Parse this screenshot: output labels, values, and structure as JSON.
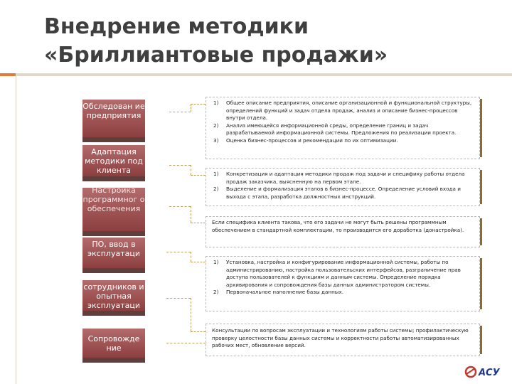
{
  "slide": {
    "title_line1": "Внедрение методики",
    "title_line2": "«Бриллиантовые продажи»",
    "colors": {
      "step_fill": "#9b4f50",
      "accent": "#e07b39",
      "connector": "#c0a060"
    }
  },
  "steps": [
    "Обследован ие предприятия",
    "Адаптация методики под клиента",
    "Настройка программног о обеспечения",
    "ПО, ввод в эксплуатаци",
    "сотрудников и опытная эксплуатаци",
    "Сопровожде ние"
  ],
  "boxes": {
    "b1": {
      "items": [
        {
          "num": "1)",
          "text": "Общее описание предприятия, описание организационной и функциональной структуры, определений функций и задач отдела продаж, анализ и описание бизнес-процессов внутри отдела."
        },
        {
          "num": "2)",
          "text": "Анализ имеющейся информационной среды, определение границ и задач разрабатываемой информационной системы. Предложения по реализации проекта."
        },
        {
          "num": "3)",
          "text": "Оценка бизнес-процессов и рекомендации по их оптимизации."
        }
      ]
    },
    "b2": {
      "items": [
        {
          "num": "1)",
          "text": "Конкретизация и адаптация методики продаж под задачи и специфику работы отдела продаж заказчика, выясненную на первом этапе."
        },
        {
          "num": "2)",
          "text": "Выделение и формализация этапов в бизнес-процессе. Определение условий входа и выхода с этапа, разработка должностных инструкций."
        }
      ]
    },
    "b3": {
      "text": "Если специфика клиента такова, что его задачи не могут быть решены программным обеспечением в стандартной комплектации, то производится его доработка (донастройка)."
    },
    "b4": {
      "items": [
        {
          "num": "1)",
          "text": "Установка, настройка и конфигурирование информационной системы, работы по администрированию, настройка пользовательских интерфейсов, разграничение прав доступа пользователей к функциям и данным системы. Определение порядка архивирования и сопровождения базы данных администратором системы."
        },
        {
          "num": "2)",
          "text": "Первоначальное наполнение базы данных."
        }
      ]
    },
    "b5": {
      "text": "Консультации по вопросам эксплуатации и технологиям работы системы; профилактическую проверку целостности базы данных системы и корректности работы автоматизированных рабочих мест, обновление версий."
    }
  },
  "logo": {
    "icon": "asu-logo-icon",
    "text": "АСУ"
  }
}
